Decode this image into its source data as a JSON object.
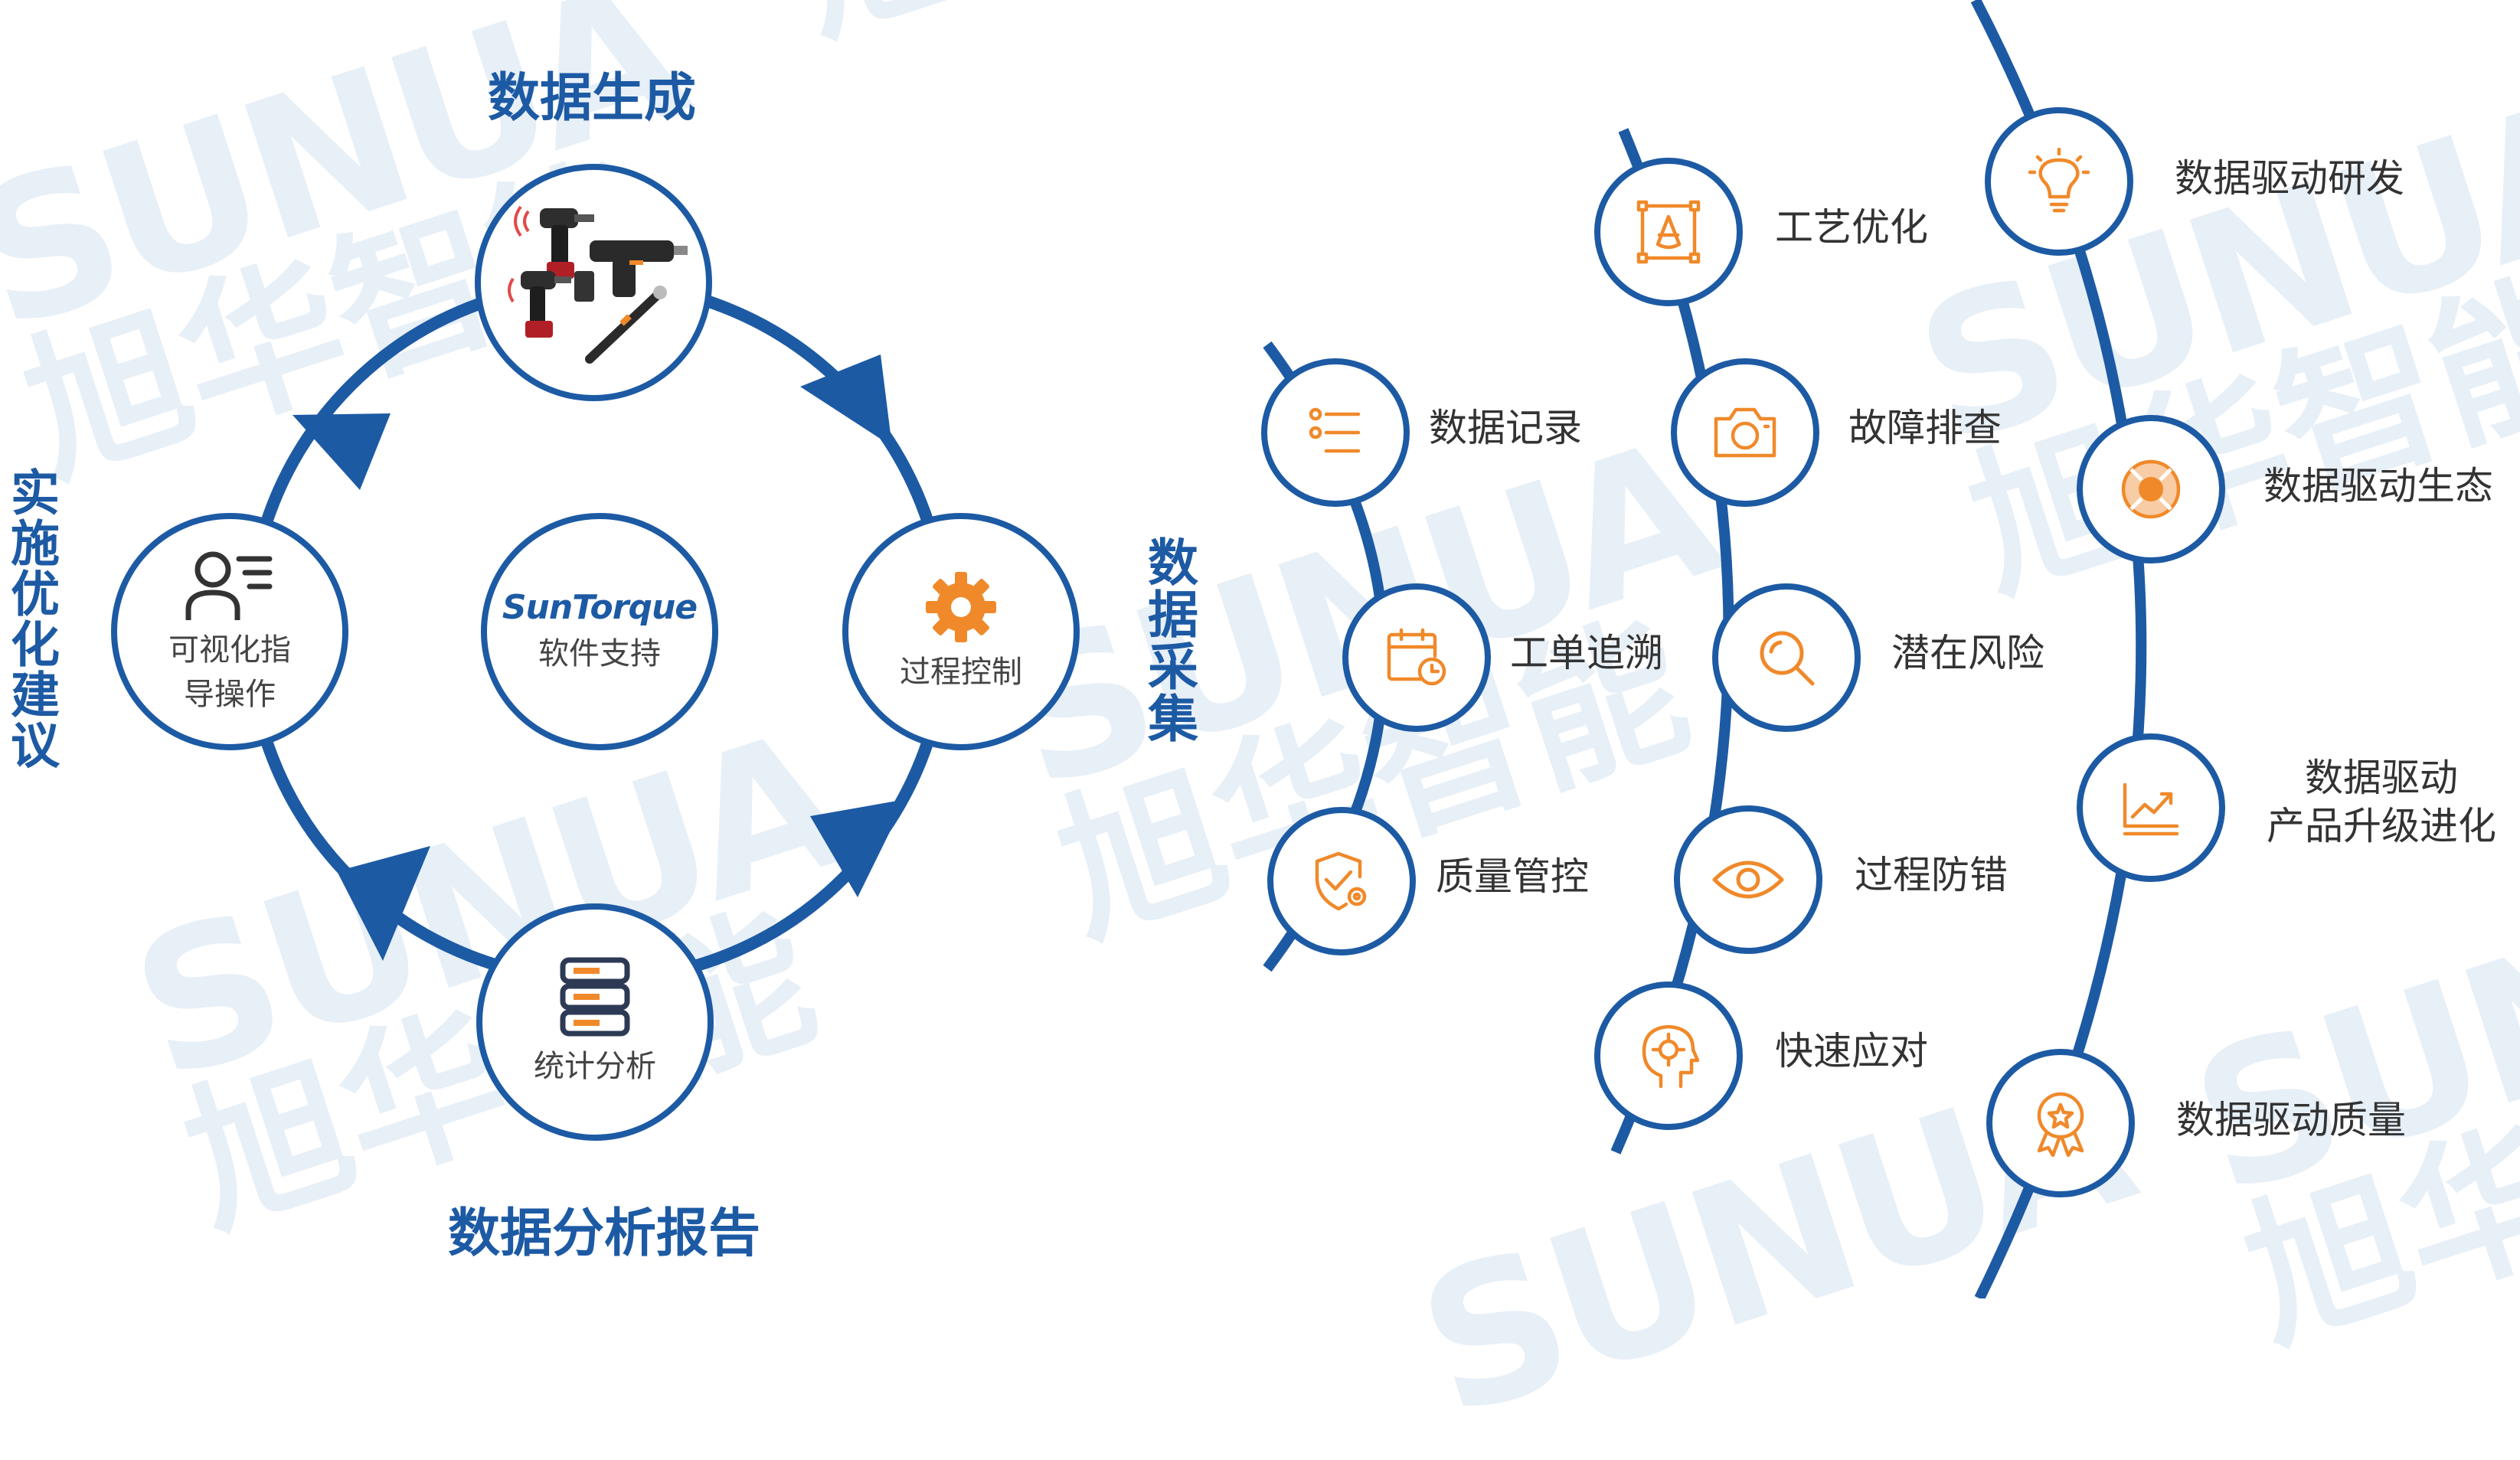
{
  "watermark": {
    "latin": "SUNUA",
    "cn": "旭华智能"
  },
  "cycle": {
    "heading_top": "数据生成",
    "heading_bottom": "数据分析报告",
    "heading_left": "实施优化建议",
    "heading_right": "数据采集",
    "center_logo": "SunTorque",
    "nodes": {
      "top": "",
      "center": "软件支持",
      "right": "过程控制",
      "bottom": "统计分析",
      "left": "可视化指导操作"
    },
    "left_lines": [
      "可视化指",
      "导操作"
    ]
  },
  "column1": [
    "数据记录",
    "工单追溯",
    "质量管控"
  ],
  "column2": [
    "工艺优化",
    "故障排查",
    "潜在风险",
    "过程防错",
    "快速应对"
  ],
  "column3": [
    "数据驱动研发",
    "数据驱动生态",
    "数据驱动",
    "产品升级进化",
    "数据驱动质量"
  ],
  "colors": {
    "blue": "#1d5aa4",
    "orange": "#f0892a",
    "text": "#333333",
    "watermark": "#e7eff7"
  }
}
